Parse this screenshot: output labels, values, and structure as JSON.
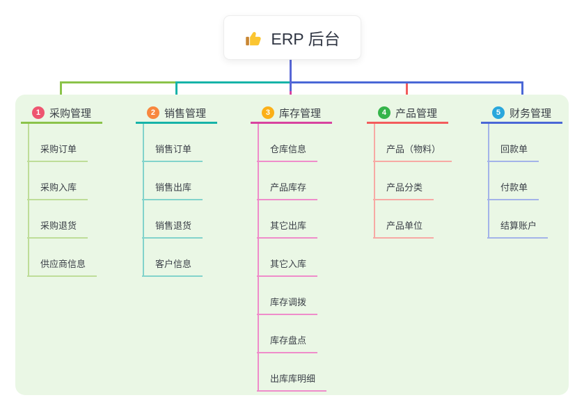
{
  "root": {
    "label": "ERP 后台",
    "icon": "thumbs-up-icon"
  },
  "canvas": {
    "background": "#ffffff",
    "panel_background": "#eaf7e5",
    "root_link_color": "#5766d6"
  },
  "branches": [
    {
      "number": "1",
      "label": "采购管理",
      "badge_color": "#ee5570",
      "line_color": "#8bc34a",
      "child_line_color": "#bedd98",
      "children": [
        "采购订单",
        "采购入库",
        "采购退货",
        "供应商信息"
      ]
    },
    {
      "number": "2",
      "label": "销售管理",
      "badge_color": "#f8873e",
      "line_color": "#17b3a8",
      "child_line_color": "#82d3cb",
      "children": [
        "销售订单",
        "销售出库",
        "销售退货",
        "客户信息"
      ]
    },
    {
      "number": "3",
      "label": "库存管理",
      "badge_color": "#fbb018",
      "line_color": "#d8439f",
      "child_line_color": "#ef8cca",
      "children": [
        "仓库信息",
        "产品库存",
        "其它出库",
        "其它入库",
        "库存调拨",
        "库存盘点",
        "出库库明细"
      ]
    },
    {
      "number": "4",
      "label": "产品管理",
      "badge_color": "#35b44a",
      "line_color": "#f25c5c",
      "child_line_color": "#f7a9a4",
      "children": [
        "产品（物料）",
        "产品分类",
        "产品单位"
      ]
    },
    {
      "number": "5",
      "label": "财务管理",
      "badge_color": "#29a7dc",
      "line_color": "#4a67d6",
      "child_line_color": "#a3b3e9",
      "children": [
        "回款单",
        "付款单",
        "结算账户"
      ]
    }
  ]
}
